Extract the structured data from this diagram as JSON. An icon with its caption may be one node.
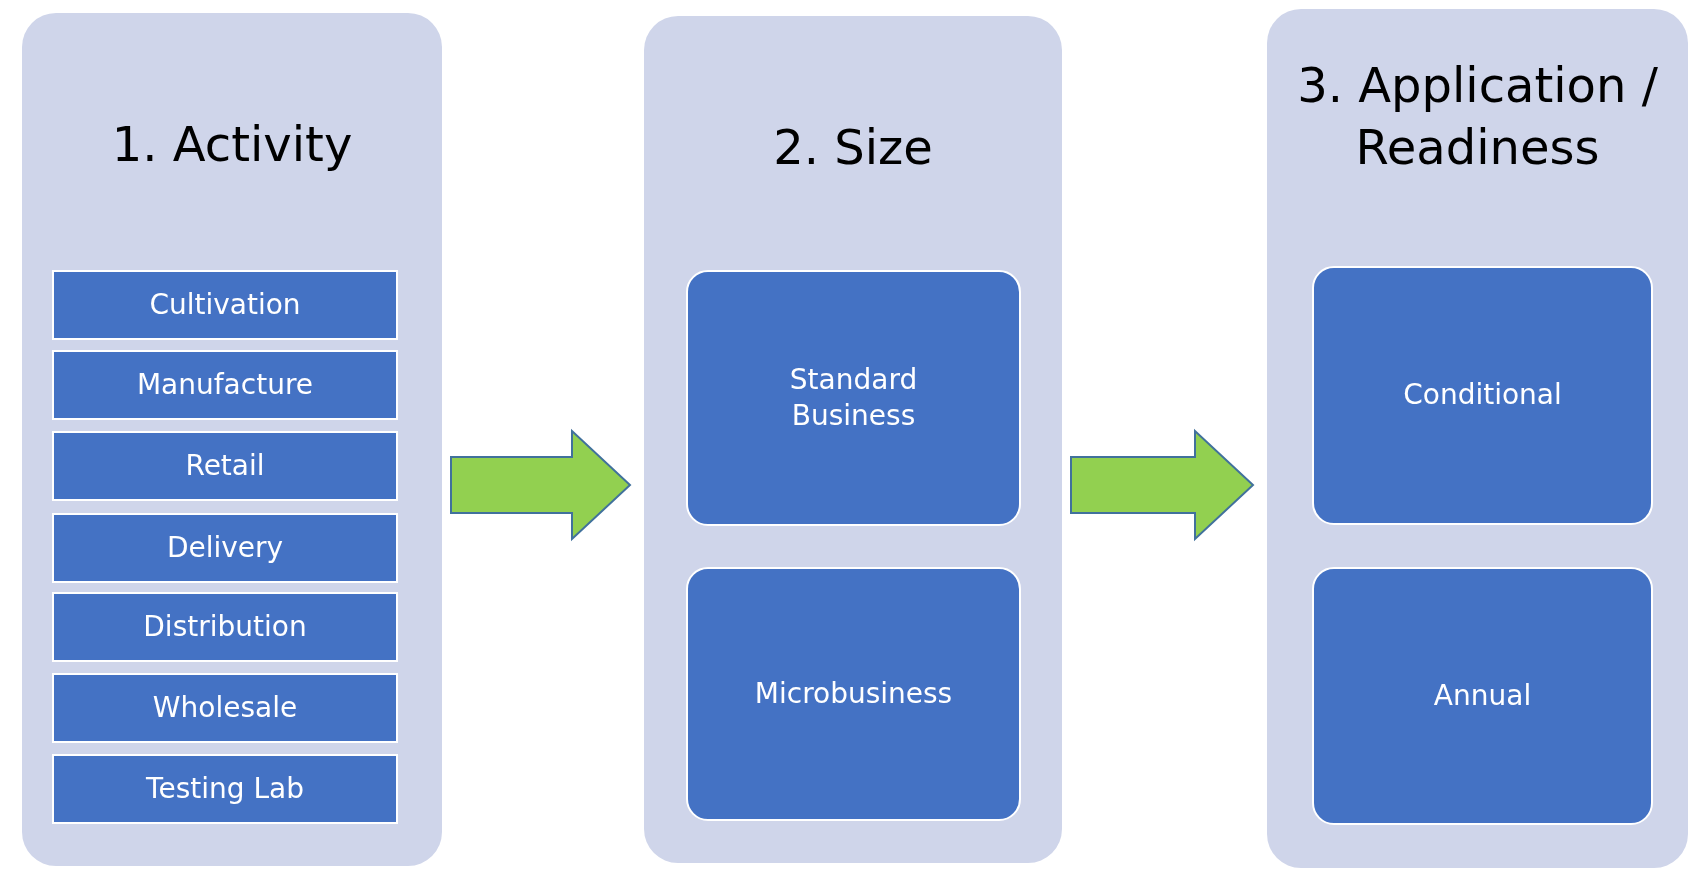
{
  "diagram": {
    "nodes": [
      {
        "text": [
          "1. Activity"
        ]
      },
      {
        "text": [
          "Cultivation"
        ],
        "in": 0
      },
      {
        "text": [
          "Manufacture"
        ],
        "in": 0
      },
      {
        "text": [
          "Retail"
        ],
        "in": 0
      },
      {
        "text": [
          "Delivery"
        ],
        "in": 0
      },
      {
        "text": [
          "Distribution"
        ],
        "in": 0
      },
      {
        "text": [
          "Wholesale"
        ],
        "in": 0
      },
      {
        "text": [
          "Testing Lab"
        ],
        "in": 0
      },
      {
        "text": [
          "2. Size"
        ]
      },
      {
        "text": [
          "Standard Business"
        ],
        "in": 8
      },
      {
        "text": [
          "Microbusiness"
        ],
        "in": 8
      },
      {
        "text": [
          "3. Application / Readiness"
        ]
      },
      {
        "text": [
          "Conditional"
        ],
        "in": 11
      },
      {
        "text": [
          "Annual"
        ],
        "in": 11
      }
    ],
    "edges": [
      {
        "from": 0,
        "to": 8,
        "arrow": "to"
      },
      {
        "from": 8,
        "to": 11,
        "arrow": "to"
      }
    ]
  }
}
